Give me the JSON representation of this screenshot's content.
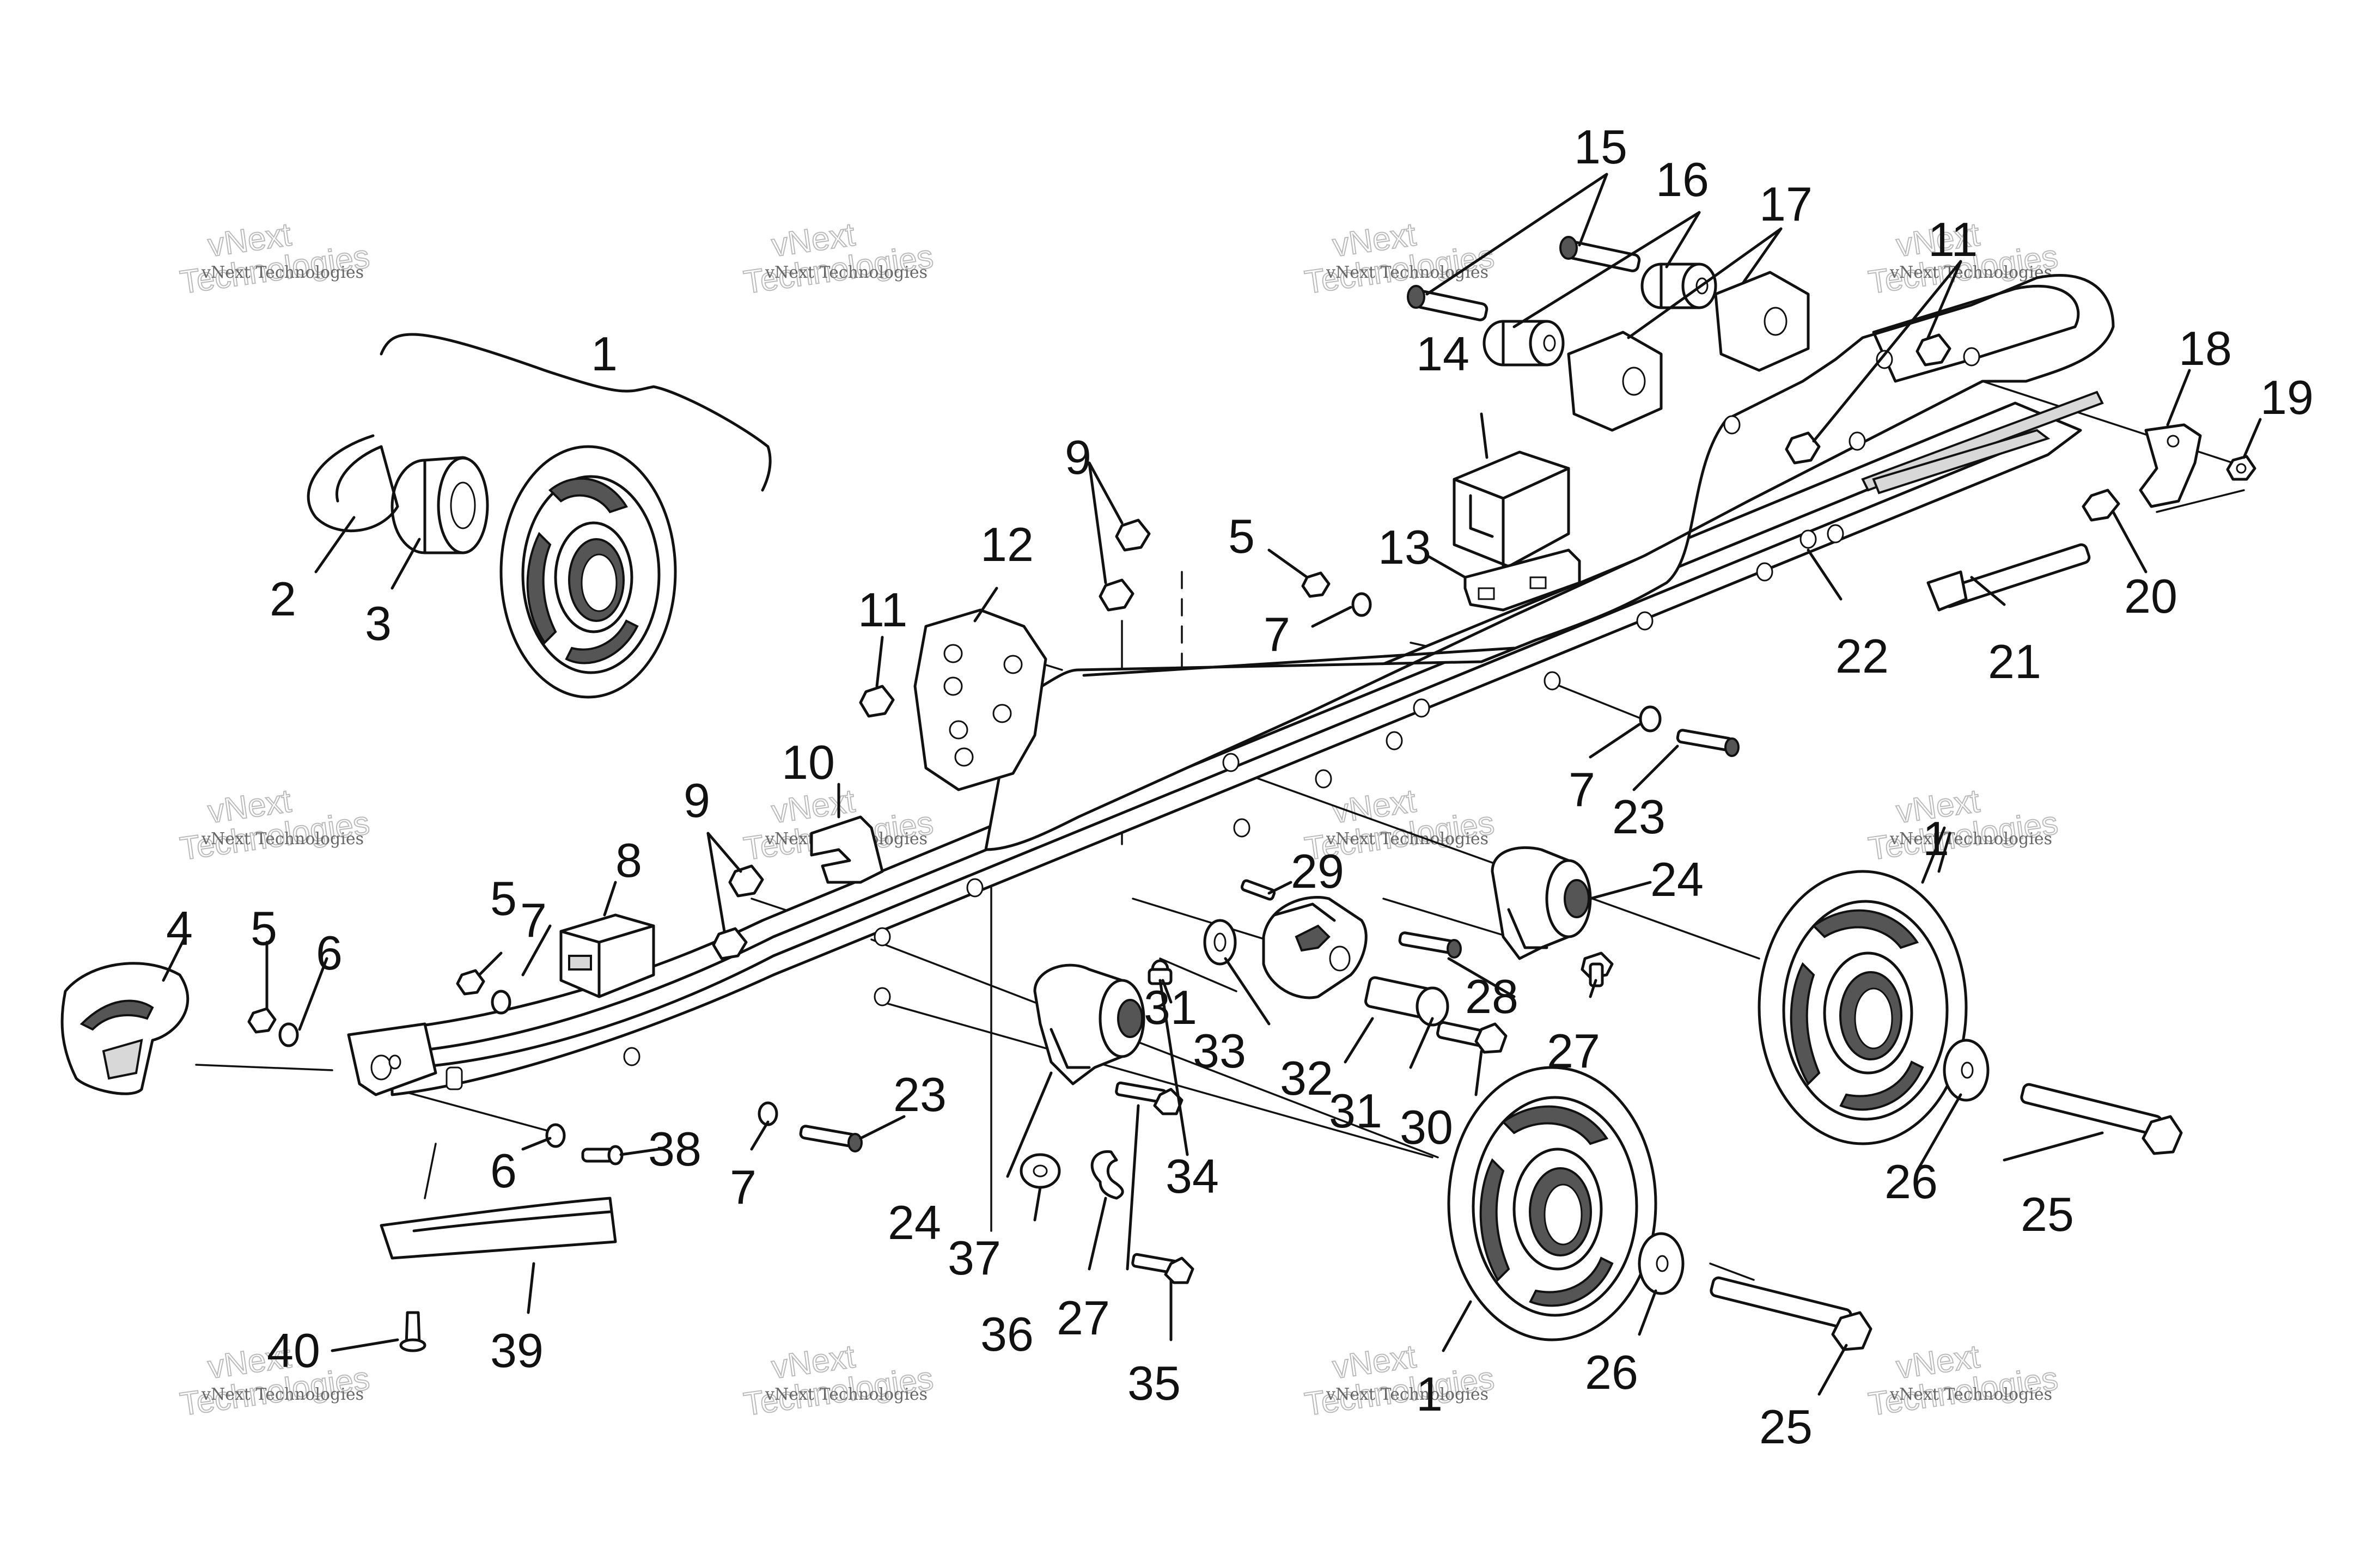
{
  "watermark": {
    "line1": "vNext Technologies",
    "line2": "Technologies",
    "line3": "vNext"
  },
  "callouts": {
    "c1a": "1",
    "c1b": "1",
    "c1c": "1",
    "c2": "2",
    "c3": "3",
    "c4": "4",
    "c5a": "5",
    "c5b": "5",
    "c5c": "5",
    "c6a": "6",
    "c6b": "6",
    "c7a": "7",
    "c7b": "7",
    "c7c": "7",
    "c7d": "7",
    "c8": "8",
    "c9a": "9",
    "c9b": "9",
    "c10": "10",
    "c11a": "11",
    "c11b": "11",
    "c12": "12",
    "c13": "13",
    "c14": "14",
    "c15": "15",
    "c16": "16",
    "c17": "17",
    "c18": "18",
    "c19": "19",
    "c20": "20",
    "c21": "21",
    "c22": "22",
    "c23a": "23",
    "c23b": "23",
    "c24a": "24",
    "c24b": "24",
    "c25a": "25",
    "c25b": "25",
    "c26a": "26",
    "c26b": "26",
    "c27a": "27",
    "c27b": "27",
    "c28": "28",
    "c29": "29",
    "c30": "30",
    "c31a": "31",
    "c31b": "31",
    "c32": "32",
    "c33": "33",
    "c34": "34",
    "c35": "35",
    "c36": "36",
    "c37": "37",
    "c38": "38",
    "c39": "39",
    "c40": "40"
  }
}
